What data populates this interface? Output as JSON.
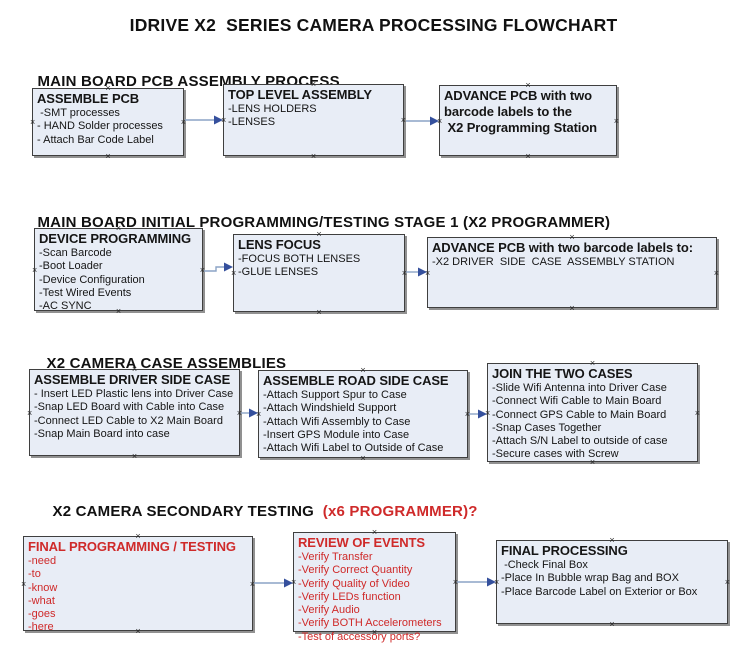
{
  "page_title": "IDRIVE X2  SERIES CAMERA PROCESSING FLOWCHART",
  "colors": {
    "box_fill": "#e8edf6",
    "box_border": "#3f3f3f",
    "shadow": "#919191",
    "text": "#151515",
    "red": "#cf2a2a",
    "arrow_line": "#8ca4c6",
    "arrow_head": "#35509d"
  },
  "icons": {
    "connection_handle": "×"
  },
  "sections": [
    {
      "heading": "MAIN BOARD PCB ASSEMBLY PROCESS",
      "boxes": [
        {
          "title": "ASSEMBLE PCB",
          "items": [
            " -SMT processes",
            "- HAND Solder processes",
            "- Attach Bar Code Label"
          ]
        },
        {
          "title": "TOP LEVEL ASSEMBLY",
          "items": [
            "-LENS HOLDERS",
            "-LENSES"
          ]
        },
        {
          "title": "ADVANCE PCB with two\nbarcode labels to the\n X2 Programming Station",
          "items": []
        }
      ]
    },
    {
      "heading": "MAIN BOARD INITIAL PROGRAMMING/TESTING STAGE 1 (X2 PROGRAMMER)",
      "boxes": [
        {
          "title": "DEVICE PROGRAMMING",
          "items": [
            "-Scan Barcode",
            "-Boot Loader",
            "-Device Configuration",
            "-Test Wired Events",
            "-AC SYNC"
          ]
        },
        {
          "title": "LENS FOCUS",
          "items": [
            "-FOCUS BOTH LENSES",
            "-GLUE LENSES"
          ]
        },
        {
          "title": "ADVANCE PCB with two barcode labels to:",
          "items": [
            "-X2 DRIVER  SIDE  CASE  ASSEMBLY STATION"
          ]
        }
      ]
    },
    {
      "heading": "X2 CAMERA CASE ASSEMBLIES",
      "boxes": [
        {
          "title": "ASSEMBLE DRIVER SIDE CASE",
          "items": [
            "- Insert LED Plastic lens into Driver Case",
            "-Snap LED Board with Cable into Case",
            "-Connect LED Cable to X2 Main Board",
            "-Snap Main Board into case"
          ]
        },
        {
          "title": "ASSEMBLE ROAD SIDE CASE",
          "items": [
            "-Attach Support Spur to Case",
            "-Attach Windshield Support",
            "-Attach Wifi Assembly to Case",
            "-Insert GPS Module into Case",
            "-Attach Wifi Label to Outside of Case"
          ]
        },
        {
          "title": "JOIN THE TWO CASES",
          "items": [
            "-Slide Wifi Antenna into Driver Case",
            "-Connect Wifi Cable to Main Board",
            "-Connect GPS Cable to Main Board",
            "-Snap Cases Together",
            "-Attach S/N Label to outside of case",
            "-Secure cases with Screw"
          ]
        }
      ]
    },
    {
      "heading": "X2 CAMERA SECONDARY TESTING  ",
      "heading_suffix": "(x6 PROGRAMMER)?",
      "boxes": [
        {
          "title": "FINAL PROGRAMMING / TESTING",
          "color": "#cf2a2a",
          "items": [
            "-need",
            "-to",
            "-know",
            "-what",
            "-goes",
            "-here"
          ]
        },
        {
          "title": "REVIEW OF EVENTS",
          "color": "#cf2a2a",
          "items": [
            "-Verify Transfer",
            "-Verify Correct Quantity",
            "-Verify Quality of Video",
            "-Verify LEDs function",
            "-Verify Audio",
            "-Verify BOTH Accelerometers",
            "-Test of accessory ports?"
          ]
        },
        {
          "title": "FINAL PROCESSING",
          "items": [
            " -Check Final Box",
            "-Place In Bubble wrap Bag and BOX",
            "-Place Barcode Label on Exterior or Box"
          ]
        }
      ]
    }
  ]
}
